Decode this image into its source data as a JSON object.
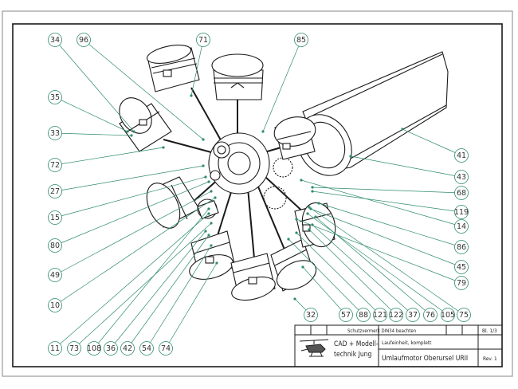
{
  "drawing": {
    "callouts_left": [
      "34",
      "96",
      "71",
      "85",
      "35",
      "33",
      "72",
      "27",
      "15",
      "80",
      "49",
      "10"
    ],
    "callouts_right": [
      "41",
      "43",
      "68",
      "119",
      "14",
      "86",
      "45",
      "79"
    ],
    "callouts_bottom": [
      "11",
      "73",
      "108",
      "36",
      "42",
      "54",
      "74",
      "32",
      "57",
      "88",
      "121",
      "122",
      "37",
      "76",
      "105",
      "75"
    ]
  },
  "title_block": {
    "notice": "Schutzvermerk DIN34 beachten",
    "sheet": "Bl. 1/3",
    "logo_line1": "CAD + Modell-",
    "logo_line2": "technik Jung",
    "subtitle": "Laufeinheit, komplett",
    "title": "Umlaufmotor Oberursel URII",
    "revision": "Rev. 1"
  },
  "colors": {
    "leader": "#2e8b6e",
    "line": "#1a1a1a"
  }
}
